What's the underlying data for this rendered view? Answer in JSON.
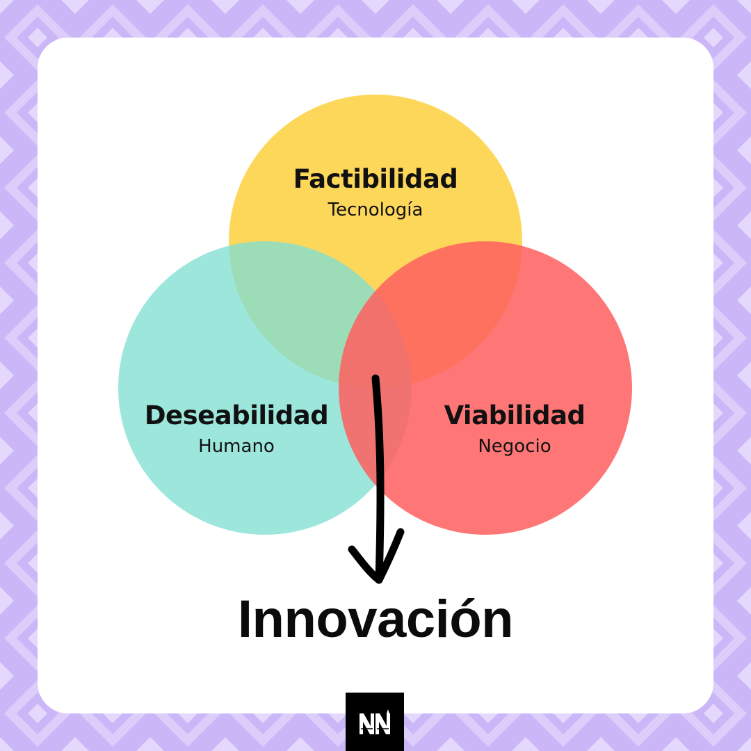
{
  "colors": {
    "background": "#cbb6f7",
    "pattern": "#e0d3fc",
    "card": "#ffffff",
    "circle_top": "#fdd75a",
    "circle_left": "#80dfd2",
    "circle_right": "#ff6f6f"
  },
  "diagram": {
    "circles": [
      {
        "id": "top",
        "title": "Factibilidad",
        "subtitle": "Tecnología"
      },
      {
        "id": "left",
        "title": "Deseabilidad",
        "subtitle": "Humano"
      },
      {
        "id": "right",
        "title": "Viabilidad",
        "subtitle": "Negocio"
      }
    ],
    "result": "Innovación",
    "arrow": "hand-drawn-down-arrow"
  },
  "logo": {
    "text": "NN",
    "icon": "brand-logo-icon"
  }
}
